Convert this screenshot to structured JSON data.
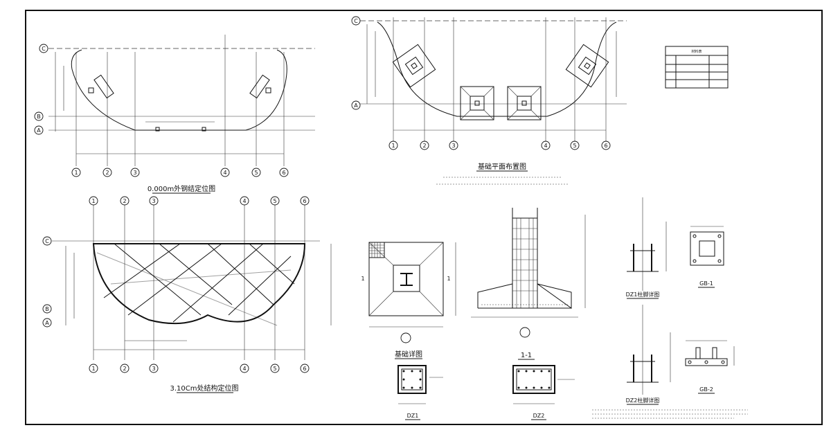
{
  "titles": {
    "steel_position": "0.000m外钢结定位图",
    "steel_310": "3.10Cm处结构定位图",
    "foundation_plan": "基础平面布置图",
    "foundation_detail": "基础详图",
    "section": "1-1",
    "dz1": "DZ1",
    "dz2": "DZ2",
    "dz1_foot": "DZ1柱脚详图",
    "dz2_foot": "DZ2柱脚详图",
    "gb1": "GB-1",
    "gb2": "GB-2"
  },
  "axis_labels": {
    "top_left_rows": [
      "C",
      "B",
      "A"
    ],
    "top_left_cols": [
      "1",
      "2",
      "3",
      "4",
      "5",
      "6"
    ],
    "mid_left_rows": [
      "C",
      "B",
      "A"
    ],
    "mid_left_cols": [
      "1",
      "2",
      "3",
      "4",
      "5",
      "6"
    ],
    "found_rows": [
      "C",
      "A"
    ],
    "found_cols": [
      "1",
      "2",
      "3",
      "4",
      "5",
      "6"
    ]
  },
  "section_tags": [
    "1",
    "1"
  ],
  "table": {
    "title": "材料表",
    "rows": 3
  }
}
